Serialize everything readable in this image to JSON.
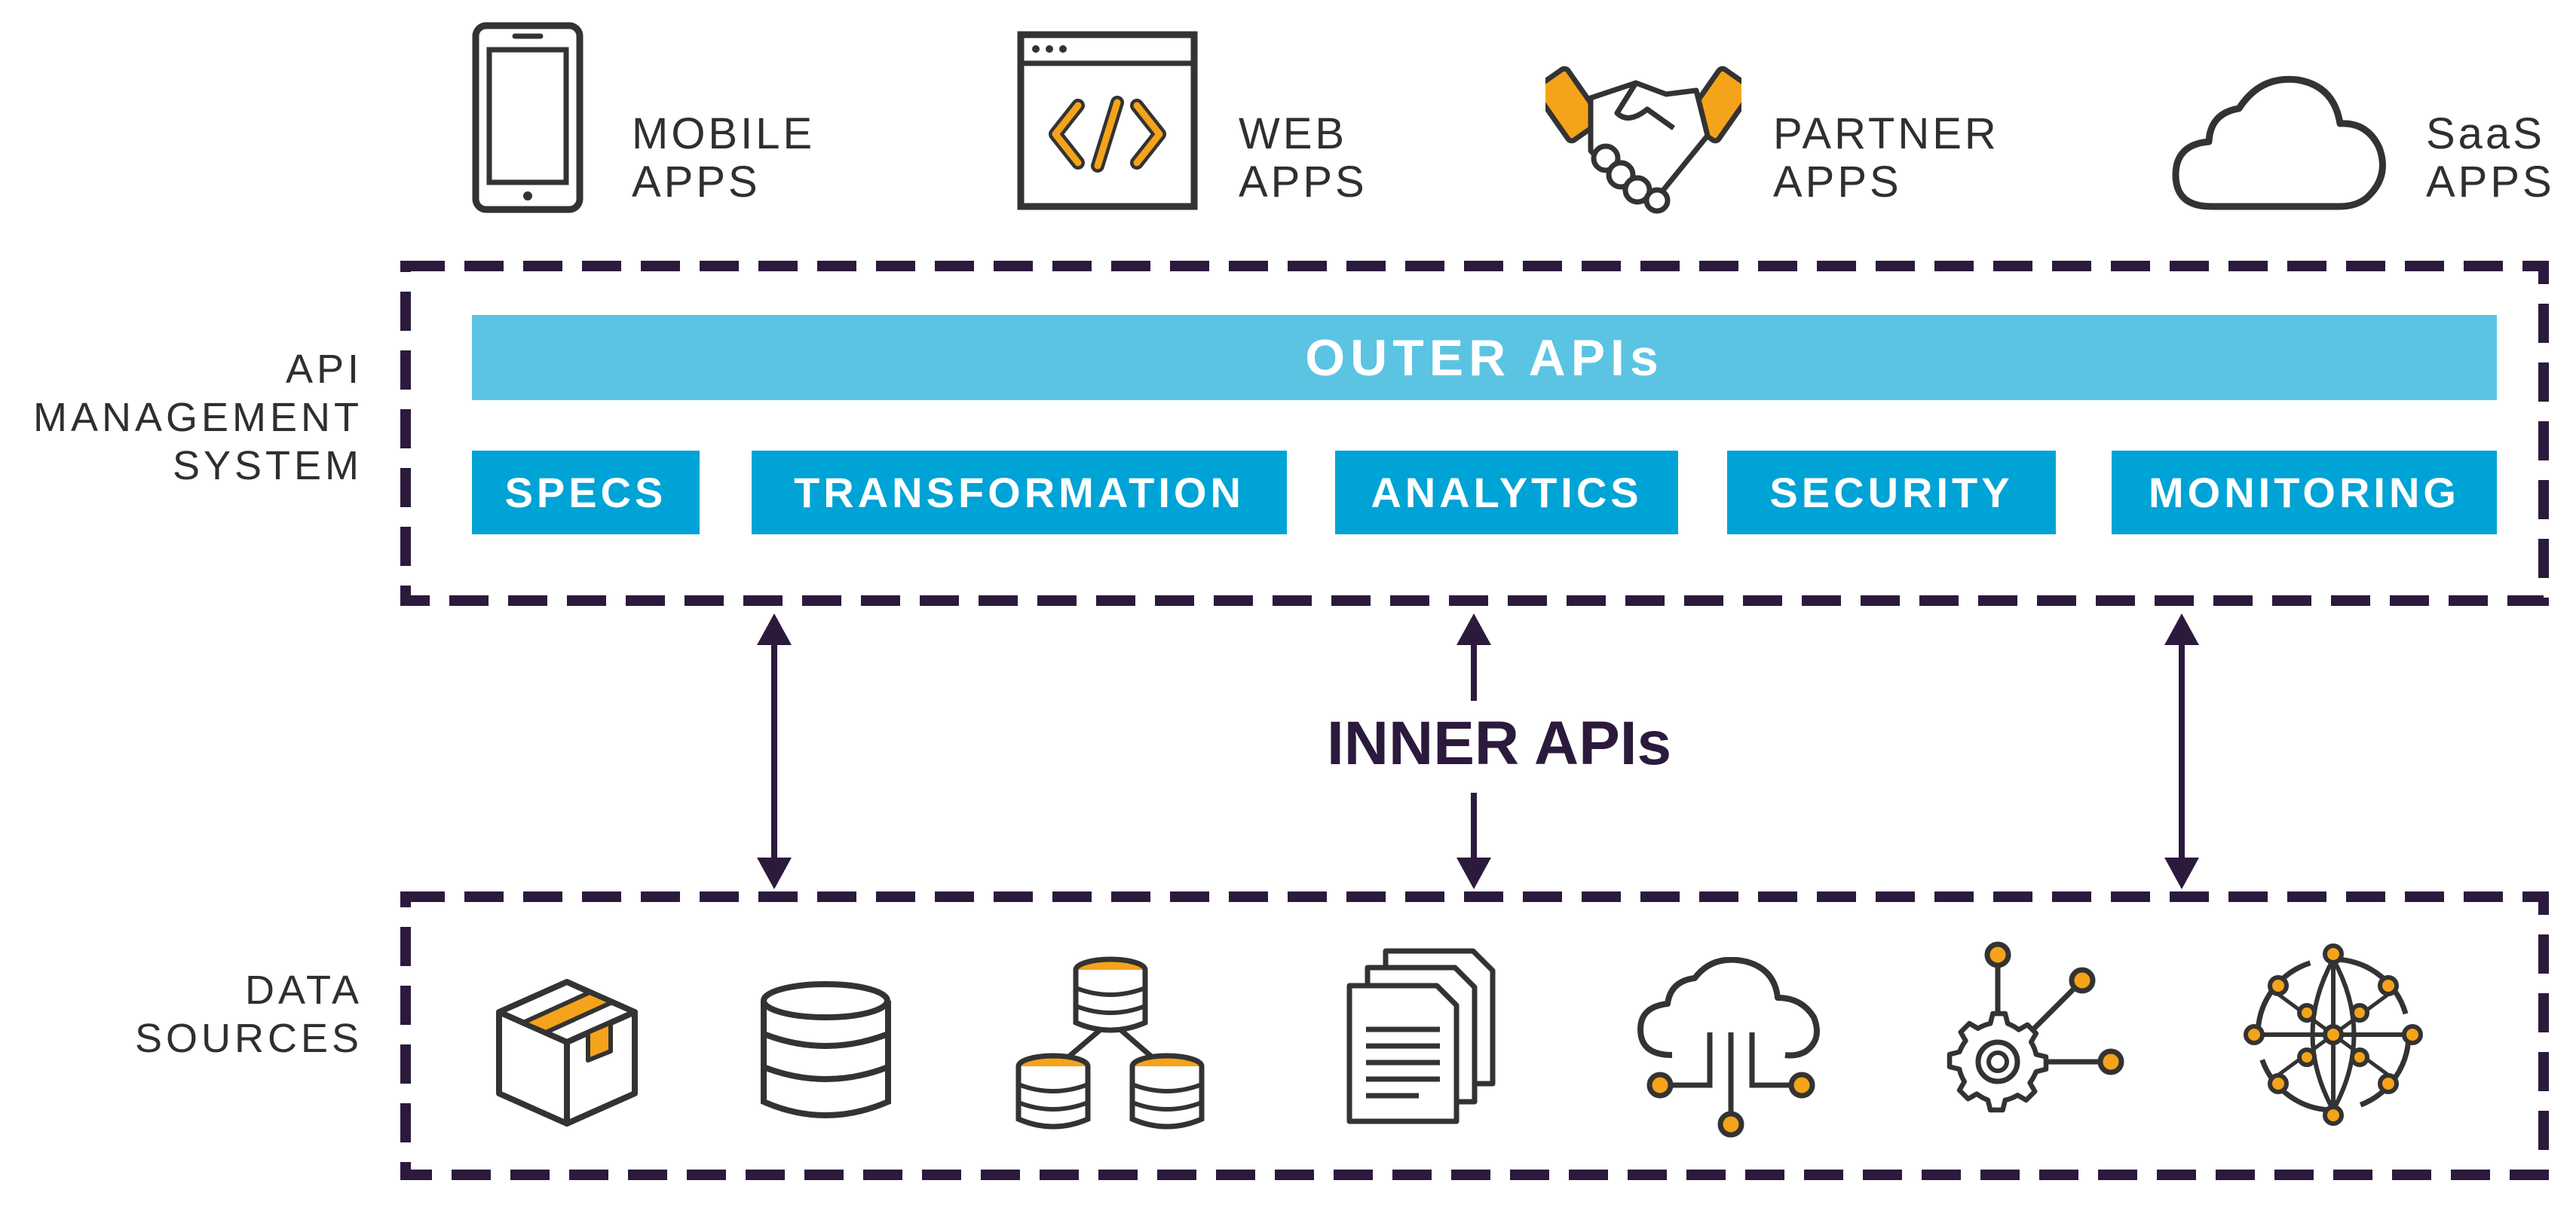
{
  "top_apps": [
    {
      "line1": "MOBILE",
      "line2": "APPS",
      "icon": "mobile-phone-icon"
    },
    {
      "line1": "WEB",
      "line2": "APPS",
      "icon": "web-code-icon"
    },
    {
      "line1": "PARTNER",
      "line2": "APPS",
      "icon": "handshake-icon"
    },
    {
      "line1": "SaaS",
      "line2": "APPS",
      "icon": "cloud-icon"
    }
  ],
  "api_management": {
    "label_lines": [
      "API",
      "MANAGEMENT",
      "SYSTEM"
    ],
    "outer_apis": "OUTER APIs",
    "modules": [
      "SPECS",
      "TRANSFORMATION",
      "ANALYTICS",
      "SECURITY",
      "MONITORING"
    ]
  },
  "inner_apis": "INNER APIs",
  "data_sources": {
    "label_lines": [
      "DATA",
      "SOURCES"
    ],
    "icons": [
      "package-box-icon",
      "database-icon",
      "distributed-database-icon",
      "documents-icon",
      "cloud-network-icon",
      "gear-network-icon",
      "network-globe-icon"
    ]
  },
  "colors": {
    "outer_bar": "#5bc4e3",
    "module_pill": "#00a3d6",
    "dashed_border": "#2c1a3d",
    "accent_orange": "#f5a31a",
    "icon_stroke": "#333333"
  }
}
